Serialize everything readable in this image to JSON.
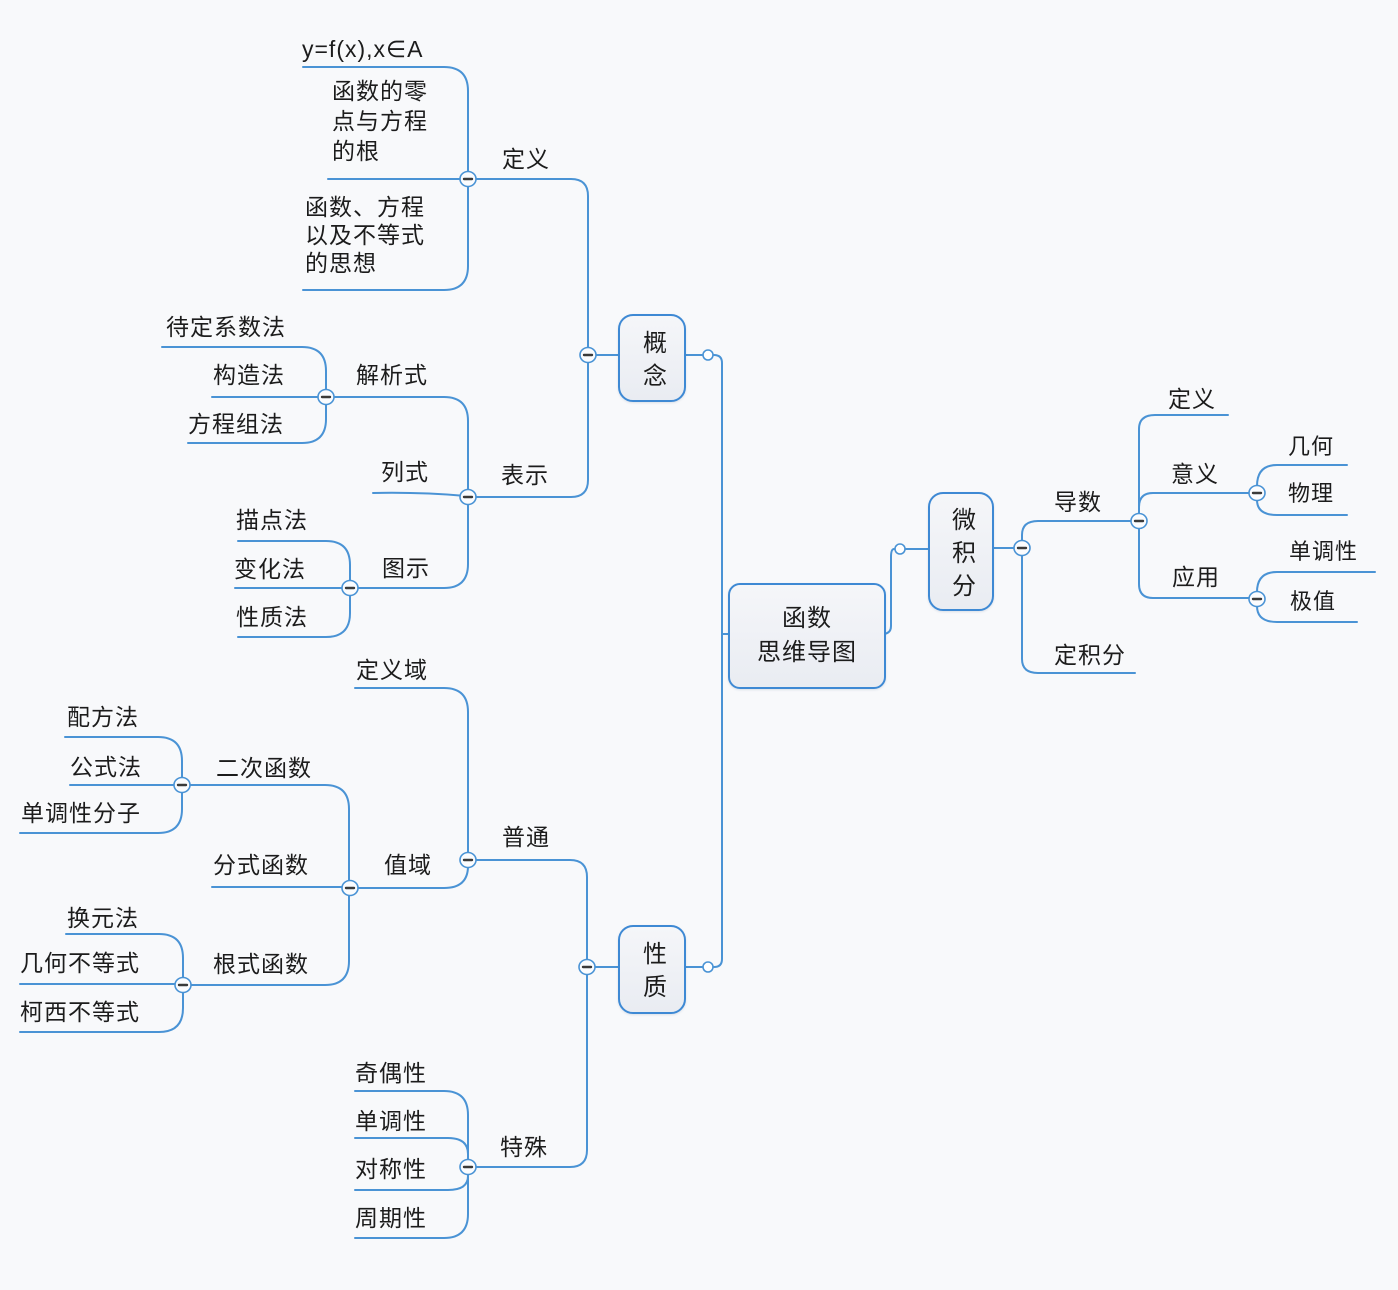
{
  "title": "函数思维导图",
  "colors": {
    "background": "#f8f9fb",
    "line": "#4a93d5",
    "node_border": "#3e89d4",
    "node_fill": "#edf0f4",
    "text": "#1c1c1c"
  },
  "map": {
    "center": {
      "label": "函数\n思维导图"
    },
    "branches": {
      "concept": {
        "label": "概念",
        "definition": {
          "label": "定义",
          "formula": "y=f(x),x∈A",
          "zero_point": "函数的零\n点与方程\n的根",
          "thought": "函数、方程\n以及不等式\n的思想"
        },
        "representation": {
          "label": "表示",
          "analytic": {
            "label": "解析式",
            "items": [
              "待定系数法",
              "构造法",
              "方程组法"
            ]
          },
          "list_form": {
            "label": "列式"
          },
          "graph": {
            "label": "图示",
            "items": [
              "描点法",
              "变化法",
              "性质法"
            ]
          }
        }
      },
      "property": {
        "label": "性质",
        "ordinary": {
          "label": "普通",
          "domain": {
            "label": "定义域"
          },
          "range": {
            "label": "值域",
            "quadratic": {
              "label": "二次函数",
              "items": [
                "配方法",
                "公式法",
                "单调性分子"
              ]
            },
            "fractional": {
              "label": "分式函数"
            },
            "radical": {
              "label": "根式函数",
              "items": [
                "换元法",
                "几何不等式",
                "柯西不等式"
              ]
            }
          }
        },
        "special": {
          "label": "特殊",
          "items": [
            "奇偶性",
            "单调性",
            "对称性",
            "周期性"
          ]
        }
      },
      "calculus": {
        "label": "微积分",
        "derivative": {
          "label": "导数",
          "definition": {
            "label": "定义"
          },
          "meaning": {
            "label": "意义",
            "items": [
              "几何",
              "物理"
            ]
          },
          "application": {
            "label": "应用",
            "items": [
              "单调性",
              "极值"
            ]
          }
        },
        "definite_integral": {
          "label": "定积分"
        }
      }
    }
  }
}
